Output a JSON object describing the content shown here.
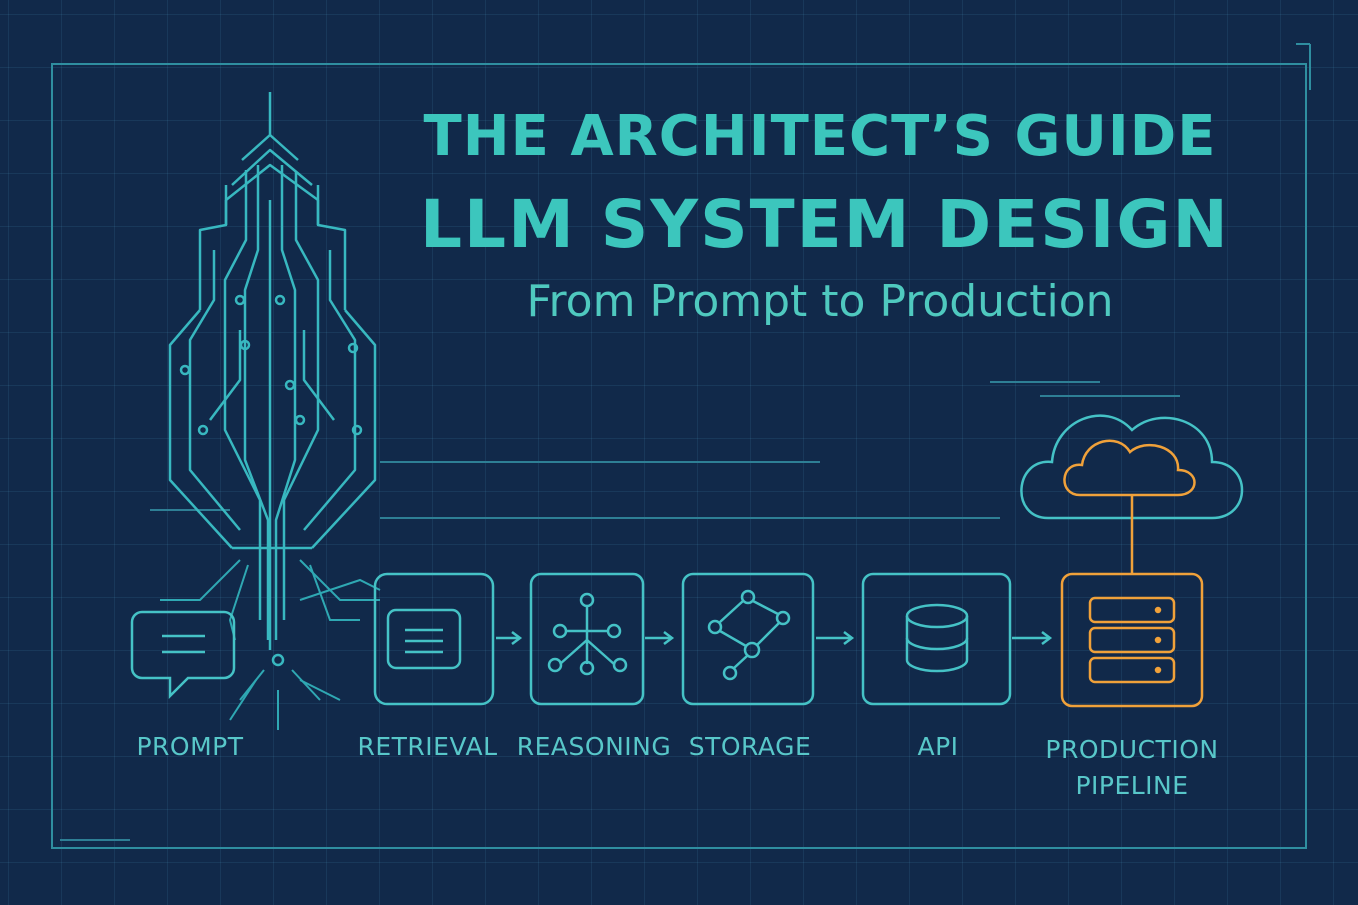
{
  "header": {
    "title_line1": "THE ARCHITECT’S GUIDE",
    "title_line2": "LLM SYSTEM DESIGN",
    "subtitle": "From Prompt to Production"
  },
  "pipeline": {
    "stages": [
      {
        "label": "PROMPT",
        "icon": "chat-bubble-icon"
      },
      {
        "label": "RETRIEVAL",
        "icon": "document-icon"
      },
      {
        "label": "REASONING",
        "icon": "network-node-icon"
      },
      {
        "label": "STORAGE",
        "icon": "graph-icon"
      },
      {
        "label": "API",
        "icon": "database-icon"
      },
      {
        "label": "PRODUCTION",
        "label_line2": "PIPELINE",
        "icon": "server-stack-icon"
      }
    ],
    "cloud_icon": "cloud-icon"
  },
  "colors": {
    "background": "#11294a",
    "accent_teal": "#3cc6bd",
    "accent_orange": "#f0a13a",
    "grid": "#2b5e7a"
  }
}
